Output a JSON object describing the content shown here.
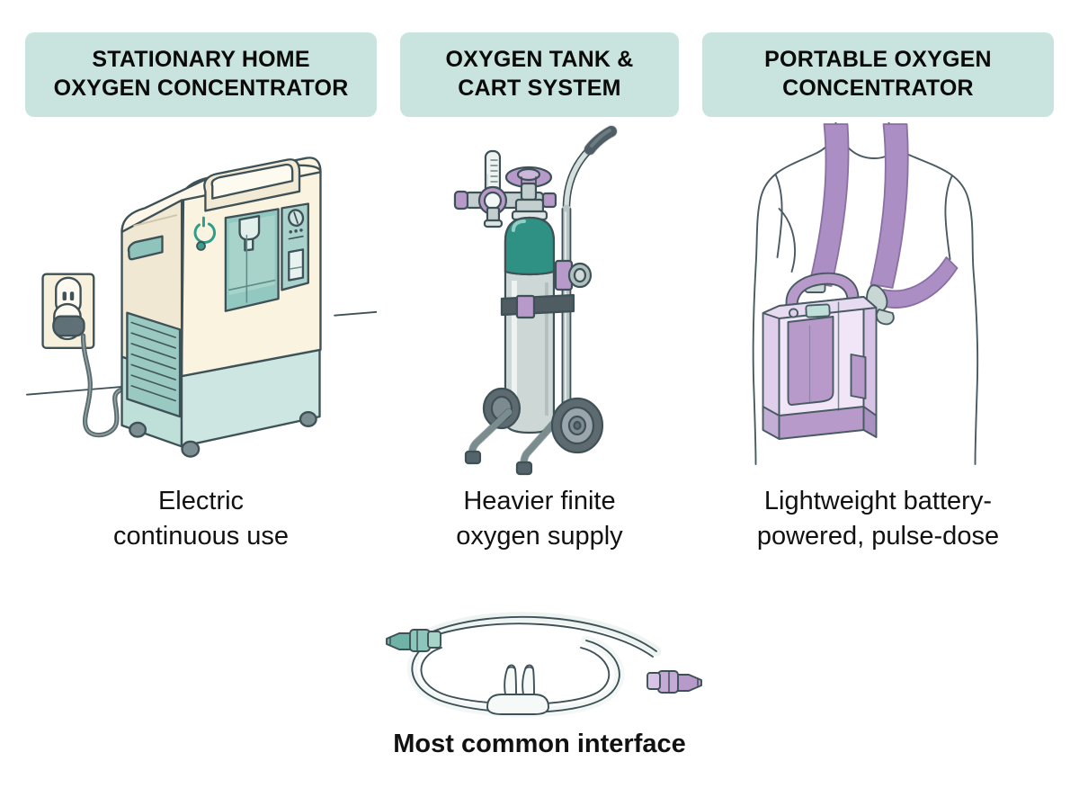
{
  "page": {
    "background_color": "#ffffff",
    "title_bar_color": "#c9e4de",
    "text_color": "#111111"
  },
  "columns": [
    {
      "id": "stationary-home-oxygen-concentrator",
      "header": "STATIONARY HOME\nOXYGEN CONCENTRATOR",
      "header_line1": "STATIONARY HOME",
      "header_line2": "OXYGEN CONCENTRATOR",
      "caption": "Electric\ncontinuous use",
      "caption_line1": "Electric",
      "caption_line2": "continuous use",
      "illustration": "stationary-concentrator-illustration",
      "illustration_parts": [
        "wall-outlet-icon",
        "power-plug-icon",
        "power-cord",
        "concentrator-cabinet",
        "carry-handle-recess",
        "power-button-icon",
        "status-indicator-light",
        "humidifier-bottle-bay",
        "flow-control-panel",
        "vent-grille",
        "caster-wheels",
        "floor-line"
      ],
      "colors": {
        "cabinet_body": "#f7f0dc",
        "cabinet_base": "#bfdfd9",
        "accent_teal": "#8fc4bc",
        "outline": "#3e5157",
        "cord": "#5a6c70",
        "power_icon": "#2e9e8a"
      }
    },
    {
      "id": "oxygen-tank-cart-system",
      "header": "OXYGEN TANK &\nCART SYSTEM",
      "header_line1": "OXYGEN TANK &",
      "header_line2": "CART SYSTEM",
      "caption": "Heavier finite\noxygen supply",
      "caption_line1": "Heavier finite",
      "caption_line2": "oxygen supply",
      "illustration": "oxygen-tank-cart-illustration",
      "illustration_parts": [
        "flowmeter-tube",
        "regulator-gauge-dial",
        "regulator-body",
        "tank-valve-knob",
        "cylinder-neck",
        "oxygen-cylinder",
        "cylinder-strap",
        "cart-frame",
        "cart-handle-grip",
        "cart-clamp",
        "cart-wheels",
        "cart-foot-legs"
      ],
      "colors": {
        "cylinder_body": "#cdd8d6",
        "cylinder_shoulder": "#2f9184",
        "metal": "#b9c6c6",
        "strap": "#4f5c62",
        "accent_purple": "#b79ac9",
        "outline": "#3e5157",
        "handle_grip": "#55636a"
      }
    },
    {
      "id": "portable-oxygen-concentrator",
      "header": "PORTABLE OXYGEN\nCONCENTRATOR",
      "header_line1": "PORTABLE OXYGEN",
      "header_line2": "CONCENTRATOR",
      "caption": "Lightweight battery-\npowered, pulse-dose",
      "caption_line1": "Lightweight battery-",
      "caption_line2": "powered, pulse-dose",
      "illustration": "portable-concentrator-illustration",
      "illustration_parts": [
        "torso-outline",
        "shoulder-strap",
        "waist-strap",
        "strap-buckle",
        "portable-unit-body",
        "unit-carry-handle",
        "unit-display-screen",
        "unit-power-button",
        "unit-side-vent",
        "battery-base"
      ],
      "colors": {
        "unit_body": "#ece0f4",
        "unit_accent": "#b79ac9",
        "strap": "#ab8fc4",
        "display": "#bfdfd9",
        "body_outline": "#4a5a63"
      }
    }
  ],
  "bottom": {
    "id": "nasal-cannula",
    "caption": "Most common interface",
    "illustration": "nasal-cannula-illustration",
    "illustration_parts": [
      "cannula-tubing-loop",
      "nasal-prongs",
      "green-connector-fitting",
      "purple-connector-fitting"
    ],
    "colors": {
      "tubing": "#eef4f2",
      "green_connector": "#6fb3a6",
      "purple_connector": "#b79ac9",
      "outline": "#3e5157"
    }
  }
}
